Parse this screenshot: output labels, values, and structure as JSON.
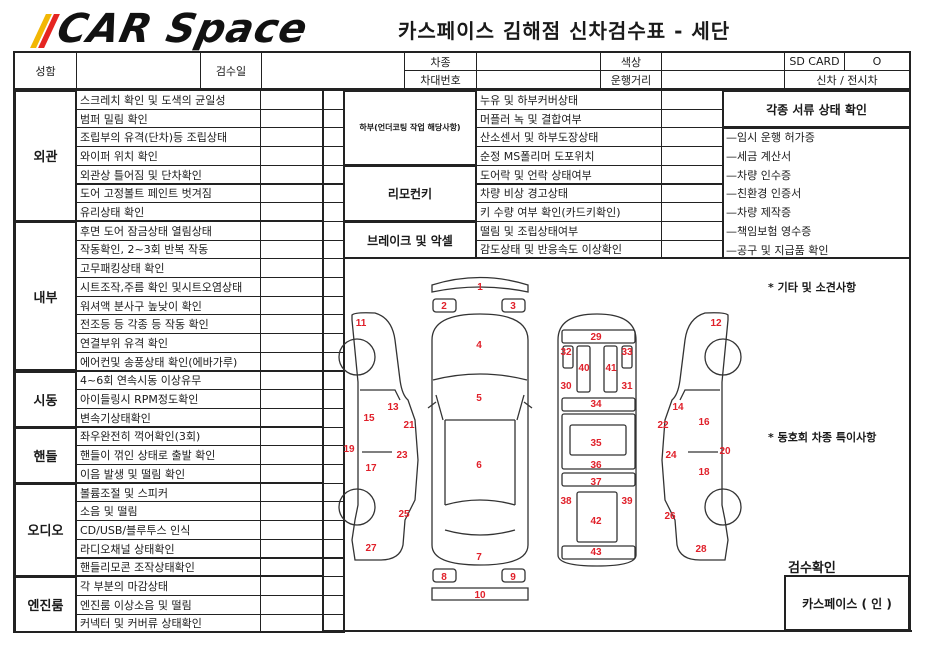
{
  "logo": {
    "text": "CAR Space",
    "stripe_colors": [
      "#f2b705",
      "#e52521"
    ]
  },
  "title": "카스페이스 김해점 신차검수표 - 세단",
  "header": {
    "name_label": "성함",
    "name_value": "",
    "date_label": "검수일",
    "date_value": "",
    "car_type_label": "차종",
    "car_type_value": "",
    "vin_label": "차대번호",
    "vin_value": "",
    "color_label": "색상",
    "color_value": "",
    "mileage_label": "운행거리",
    "mileage_value": "",
    "sd_card_label": "SD CARD",
    "sd_card_value": "O",
    "car_status": "신차 / 전시차"
  },
  "left_sections": [
    {
      "category": "외관",
      "items": [
        "스크레치 확인 및 도색의 균일성",
        "범퍼 밀림 확인",
        "조립부의 유격(단차)등 조립상태",
        "와이퍼 위치 확인",
        "외관상 틀어짐 및 단차확인",
        "도어 고정볼트 페인트 벗겨짐",
        "유리상태 확인"
      ]
    },
    {
      "category": "내부",
      "items": [
        "후면 도어 잠금상태 열림상태",
        "작동확인, 2~3회 반복 작동",
        "고무패킹상태 확인",
        "시트조작,주름 확인 및시트오염상태",
        "워셔액 분사구 높낮이 확인",
        "전조등 등 각종 등 작동 확인",
        "연결부위 유격 확인",
        "에어컨및 송풍상태 확인(에바가루)"
      ]
    },
    {
      "category": "시동",
      "items": [
        "4~6회 연속시동 이상유무",
        "아이들링시 RPM정도확인",
        "변속기상태확인"
      ]
    },
    {
      "category": "핸들",
      "items": [
        "좌우완전히 꺽어확인(3회)",
        "핸들이 꺾인 상태로 출발 확인",
        "이음 발생 및 떨림 확인"
      ]
    },
    {
      "category": "오디오",
      "items": [
        "볼륨조절 및 스피커",
        "소음 및 떨림",
        "CD/USB/블루투스 인식",
        "라디오채널 상태확인",
        "핸들리모콘 조작상태확인"
      ]
    },
    {
      "category": "엔진룸",
      "items": [
        "각 부분의 마감상태",
        "엔진룸 이상소음 및 떨림",
        "커넥터 및 커버류 상태확인"
      ]
    }
  ],
  "middle_sections": [
    {
      "category": "하부(언더코팅 작업 해당사항)",
      "items": [
        "누유 및 하부커버상태",
        "머플러 녹 및 결합여부",
        "산소센서 및 하부도장상태",
        "순정 MS폴리머 도포위치"
      ]
    },
    {
      "category": "리모컨키",
      "items": [
        "도어락 및 언락 상태여부",
        "차량 비상 경고상태",
        "키 수량 여부 확인(카드키확인)"
      ]
    },
    {
      "category": "브레이크 및 악셀",
      "items": [
        "떨림 및 조립상태여부",
        "감도상태 및 반응속도 이상확인"
      ]
    }
  ],
  "documents": {
    "title": "각종 서류 상태 확인",
    "items": [
      "—임시 운행 허가증",
      "—세금 계산서",
      "—차량 인수증",
      "—친환경 인증서",
      "—차량 제작증",
      "—책임보험 영수증",
      "—공구 및 지급품 확인"
    ]
  },
  "notes": {
    "other": "* 기타 및 소견사항",
    "same_model": "* 동호회 차종 특이사항"
  },
  "inspection": {
    "label": "검수확인",
    "signature": "카스페이스 ( 인 )"
  },
  "diagram": {
    "part_numbers": [
      "1",
      "2",
      "3",
      "4",
      "5",
      "6",
      "7",
      "8",
      "9",
      "10",
      "11",
      "12",
      "13",
      "14",
      "15",
      "16",
      "17",
      "18",
      "19",
      "20",
      "21",
      "22",
      "23",
      "24",
      "25",
      "26",
      "27",
      "28",
      "29",
      "30",
      "31",
      "32",
      "33",
      "34",
      "35",
      "36",
      "37",
      "38",
      "39",
      "40",
      "41",
      "42",
      "43"
    ],
    "number_color": "#e0202a"
  }
}
